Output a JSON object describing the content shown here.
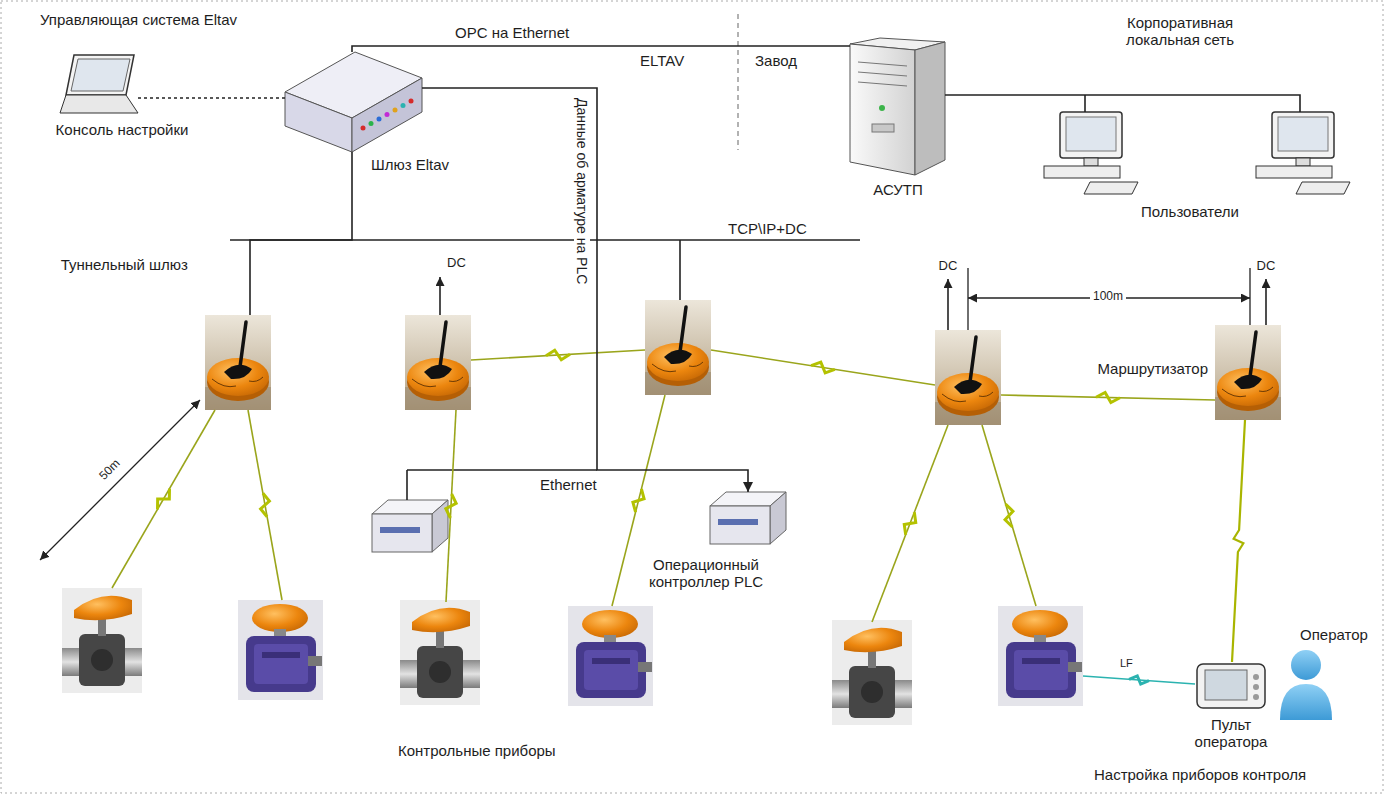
{
  "diagram": {
    "nodes": [
      {
        "text": [
          "Консоль настройки"
        ]
      },
      {
        "text": [
          "Шлюз Eltav"
        ]
      },
      {
        "text": [
          "АСУТП"
        ]
      },
      {
        "text": [
          "Пользователи"
        ]
      },
      {
        "text": [
          "Туннельный шлюз"
        ]
      },
      {
        "text": [
          "Операционный контроллер PLC"
        ]
      },
      {
        "text": [
          "Маршрутизатор"
        ]
      },
      {
        "text": [
          "Пульт оператора"
        ]
      },
      {
        "text": [
          "Оператор"
        ]
      }
    ],
    "edges": [
      {
        "from": 0,
        "to": 1,
        "arrow": "none"
      },
      {
        "from": 1,
        "to": 2,
        "label": "OPC на Ethernet",
        "arrow": "none"
      },
      {
        "from": 2,
        "to": 3,
        "label": "Корпоративная локальная сеть",
        "arrow": "none"
      },
      {
        "from": 1,
        "to": 4,
        "arrow": "none"
      },
      {
        "from": 1,
        "to": 5,
        "label": "Данные об арматуре на PLC",
        "arrow": "to"
      },
      {
        "from": 6,
        "to": 7,
        "arrow": "none"
      }
    ],
    "labels": [
      "Управляющая система Eltav",
      "ELTAV",
      "Завод",
      "TCP\\IP+DC",
      "DC",
      "DC",
      "100m",
      "DC",
      "50m",
      "Ethernet",
      "Контрольные приборы",
      "LF",
      "Настройка приборов контроля"
    ]
  }
}
